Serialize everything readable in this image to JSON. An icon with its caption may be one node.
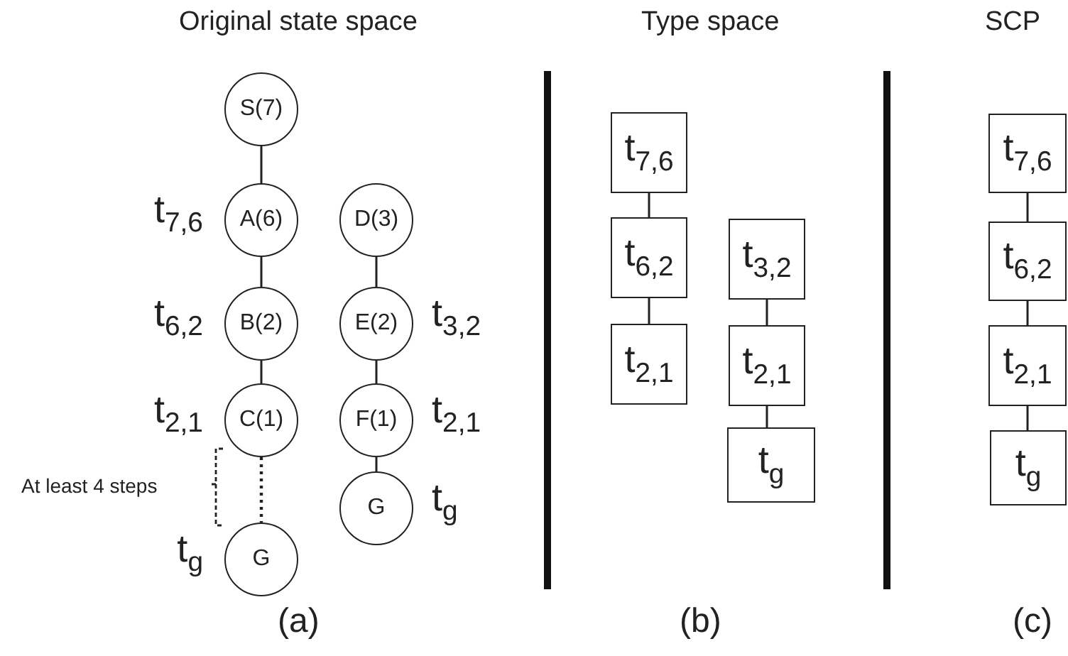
{
  "diagram": {
    "nodes": [
      {
        "text": [
          "S(7)"
        ]
      },
      {
        "text": [
          "A(6)"
        ],
        "beside": [
          "t$_{7,6}$"
        ]
      },
      {
        "text": [
          "B(2)"
        ],
        "beside": [
          "t$_{6,2}$"
        ]
      },
      {
        "text": [
          "C(1)"
        ],
        "beside": [
          "t$_{2,1}$"
        ]
      },
      {
        "text": [
          "G"
        ],
        "beside": [
          "t$_{g}$"
        ]
      },
      {
        "text": [
          "D(3)"
        ]
      },
      {
        "text": [
          "E(2)"
        ],
        "beside": [
          "t$_{3,2}$"
        ]
      },
      {
        "text": [
          "F(1)"
        ],
        "beside": [
          "t$_{2,1}$"
        ]
      },
      {
        "text": [
          "G"
        ],
        "beside": [
          "t$_{g}$"
        ]
      },
      {
        "text": [
          "t$_{7,6}$"
        ]
      },
      {
        "text": [
          "t$_{6,2}$"
        ]
      },
      {
        "text": [
          "t$_{2,1}$"
        ]
      },
      {
        "text": [
          "t$_{3,2}$"
        ]
      },
      {
        "text": [
          "t$_{2,1}$"
        ]
      },
      {
        "text": [
          "t$_{g}$"
        ]
      },
      {
        "text": [
          "t$_{7,6}$"
        ]
      },
      {
        "text": [
          "t$_{6,2}$"
        ]
      },
      {
        "text": [
          "t$_{2,1}$"
        ]
      },
      {
        "text": [
          "t$_{g}$"
        ]
      }
    ],
    "edges": [
      {
        "from": 0,
        "to": 1,
        "arrow": "none"
      },
      {
        "from": 1,
        "to": 2,
        "arrow": "none"
      },
      {
        "from": 2,
        "to": 3,
        "arrow": "none"
      },
      {
        "from": 3,
        "to": 4,
        "arrow": "none",
        "style": "dashed"
      },
      {
        "from": 5,
        "to": 6,
        "arrow": "none"
      },
      {
        "from": 6,
        "to": 7,
        "arrow": "none"
      },
      {
        "from": 7,
        "to": 8,
        "arrow": "none"
      },
      {
        "from": 9,
        "to": 10,
        "arrow": "none"
      },
      {
        "from": 10,
        "to": 11,
        "arrow": "none"
      },
      {
        "from": 12,
        "to": 13,
        "arrow": "none"
      },
      {
        "from": 13,
        "to": 14,
        "arrow": "none"
      },
      {
        "from": 15,
        "to": 16,
        "arrow": "none"
      },
      {
        "from": 16,
        "to": 17,
        "arrow": "none"
      },
      {
        "from": 17,
        "to": 18,
        "arrow": "none"
      }
    ],
    "labels": [
      "Original state space",
      "Type space",
      "SCP",
      "At least 4 steps",
      "(a)",
      "(b)",
      "(c)"
    ]
  }
}
